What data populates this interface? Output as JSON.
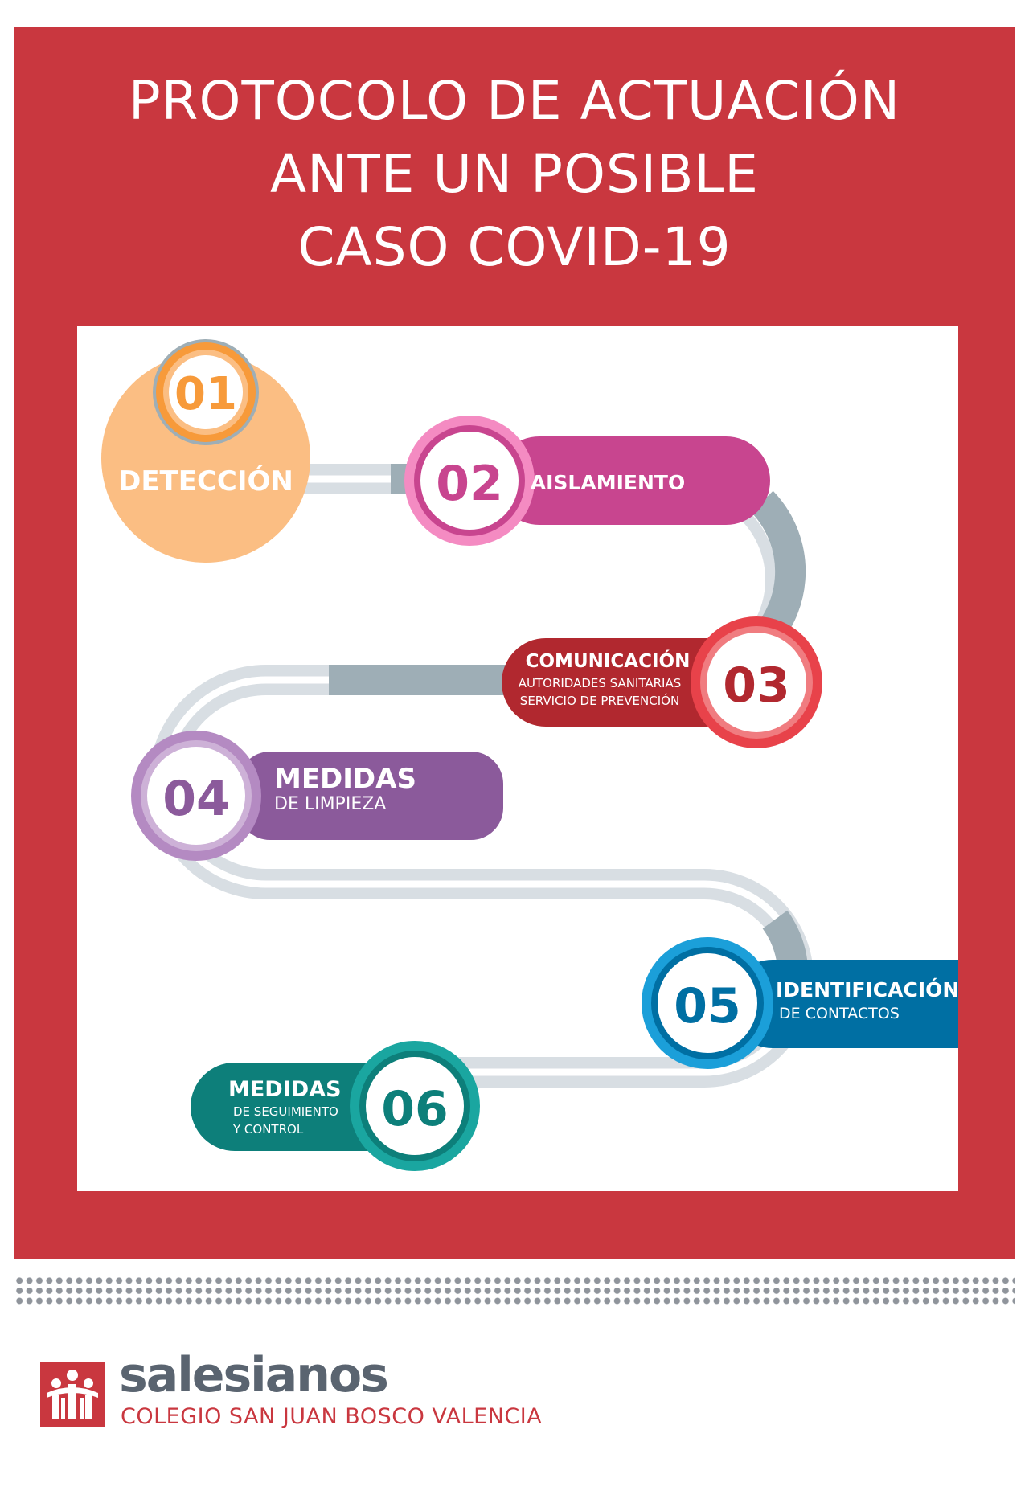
{
  "title": {
    "lines": [
      "PROTOCOLO DE ACTUACIÓN",
      "ANTE UN POSIBLE",
      "CASO COVID-19"
    ]
  },
  "steps": [
    {
      "number": "01",
      "label": "DETECCIÓN",
      "color": "#f79a3a",
      "light": "#fbbe83"
    },
    {
      "number": "02",
      "label": "AISLAMIENTO",
      "color": "#c8458f",
      "light": "#f48bc2"
    },
    {
      "number": "03",
      "label": "COMUNICACIÓN",
      "sub1": "AUTORIDADES SANITARIAS",
      "sub2": "SERVICIO DE PREVENCIÓN",
      "color": "#b1282f",
      "light": "#e8424a"
    },
    {
      "number": "04",
      "label": "MEDIDAS",
      "sub1": "DE LIMPIEZA",
      "color": "#8b5a9b",
      "light": "#b48ac2"
    },
    {
      "number": "05",
      "label": "IDENTIFICACIÓN",
      "sub1": "DE CONTACTOS",
      "color": "#006fa3",
      "light": "#1b9fd9"
    },
    {
      "number": "06",
      "label": "MEDIDAS",
      "sub1": "DE SEGUIMIENTO",
      "sub2": "Y CONTROL",
      "color": "#0d7f7a",
      "light": "#1aa6a0"
    }
  ],
  "footer": {
    "brand": "salesianos",
    "school": "COLEGIO SAN JUAN BOSCO VALENCIA",
    "logo_icon": "salesianos-logo-icon"
  },
  "colors": {
    "red": "#c9373f",
    "track": "#d8dee3",
    "track_segment": "#9eaeb6"
  }
}
